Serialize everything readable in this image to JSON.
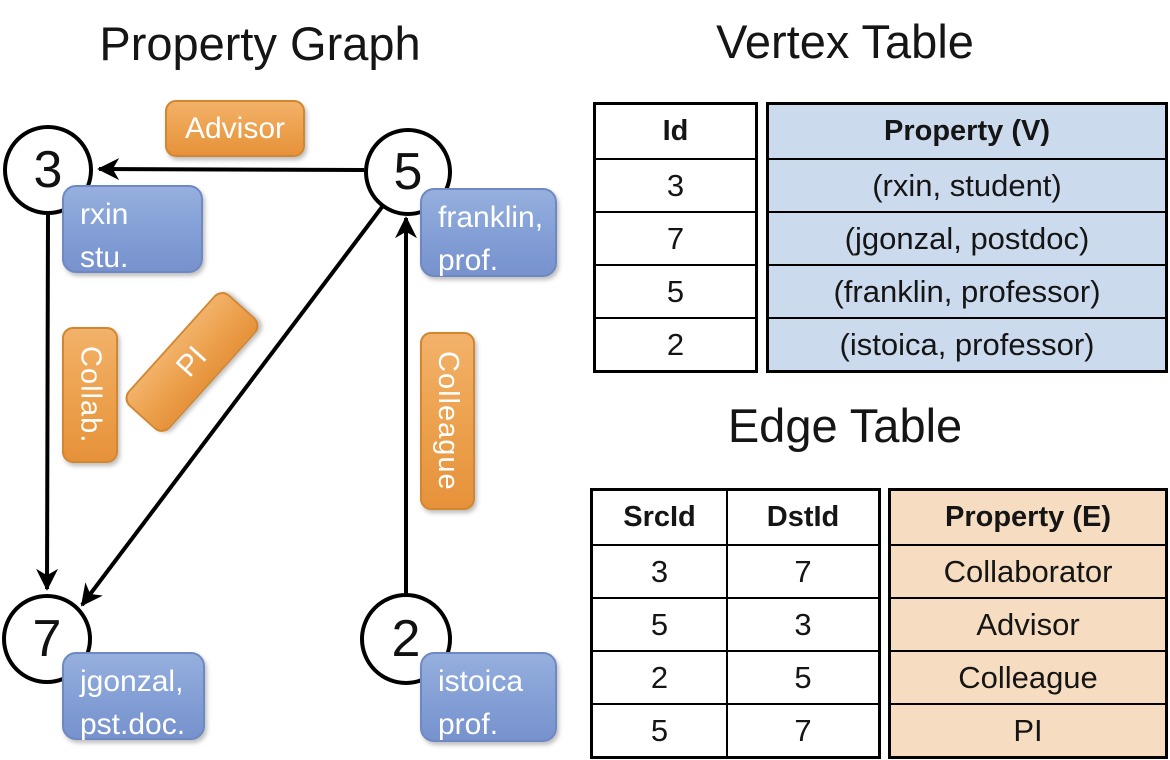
{
  "graph": {
    "title": "Property Graph",
    "nodes": {
      "n3": {
        "id": "3",
        "label_line1": "rxin",
        "label_line2": "stu."
      },
      "n5": {
        "id": "5",
        "label_line1": "franklin,",
        "label_line2": "prof."
      },
      "n7": {
        "id": "7",
        "label_line1": "jgonzal,",
        "label_line2": "pst.doc."
      },
      "n2": {
        "id": "2",
        "label_line1": "istoica",
        "label_line2": "prof."
      }
    },
    "edge_labels": {
      "advisor": "Advisor",
      "collab": "Collab.",
      "pi": "PI",
      "colleague": "Colleague"
    }
  },
  "vertex_table": {
    "title": "Vertex Table",
    "columns": [
      "Id",
      "Property (V)"
    ],
    "rows": [
      [
        "3",
        "(rxin, student)"
      ],
      [
        "7",
        "(jgonzal, postdoc)"
      ],
      [
        "5",
        "(franklin, professor)"
      ],
      [
        "2",
        "(istoica, professor)"
      ]
    ]
  },
  "edge_table": {
    "title": "Edge Table",
    "columns": [
      "SrcId",
      "DstId",
      "Property (E)"
    ],
    "rows": [
      [
        "3",
        "7",
        "Collaborator"
      ],
      [
        "5",
        "3",
        "Advisor"
      ],
      [
        "2",
        "5",
        "Colleague"
      ],
      [
        "5",
        "7",
        "PI"
      ]
    ]
  },
  "colors": {
    "edge_label_fill": "#eca04c",
    "edge_label_border": "#d2862f",
    "vertex_label_fill": "#84a0d6",
    "vertex_label_border": "#6d88c2",
    "vertex_table_shade": "#ccdaee",
    "edge_table_shade": "#f6dcc0",
    "line_color": "#000000"
  }
}
